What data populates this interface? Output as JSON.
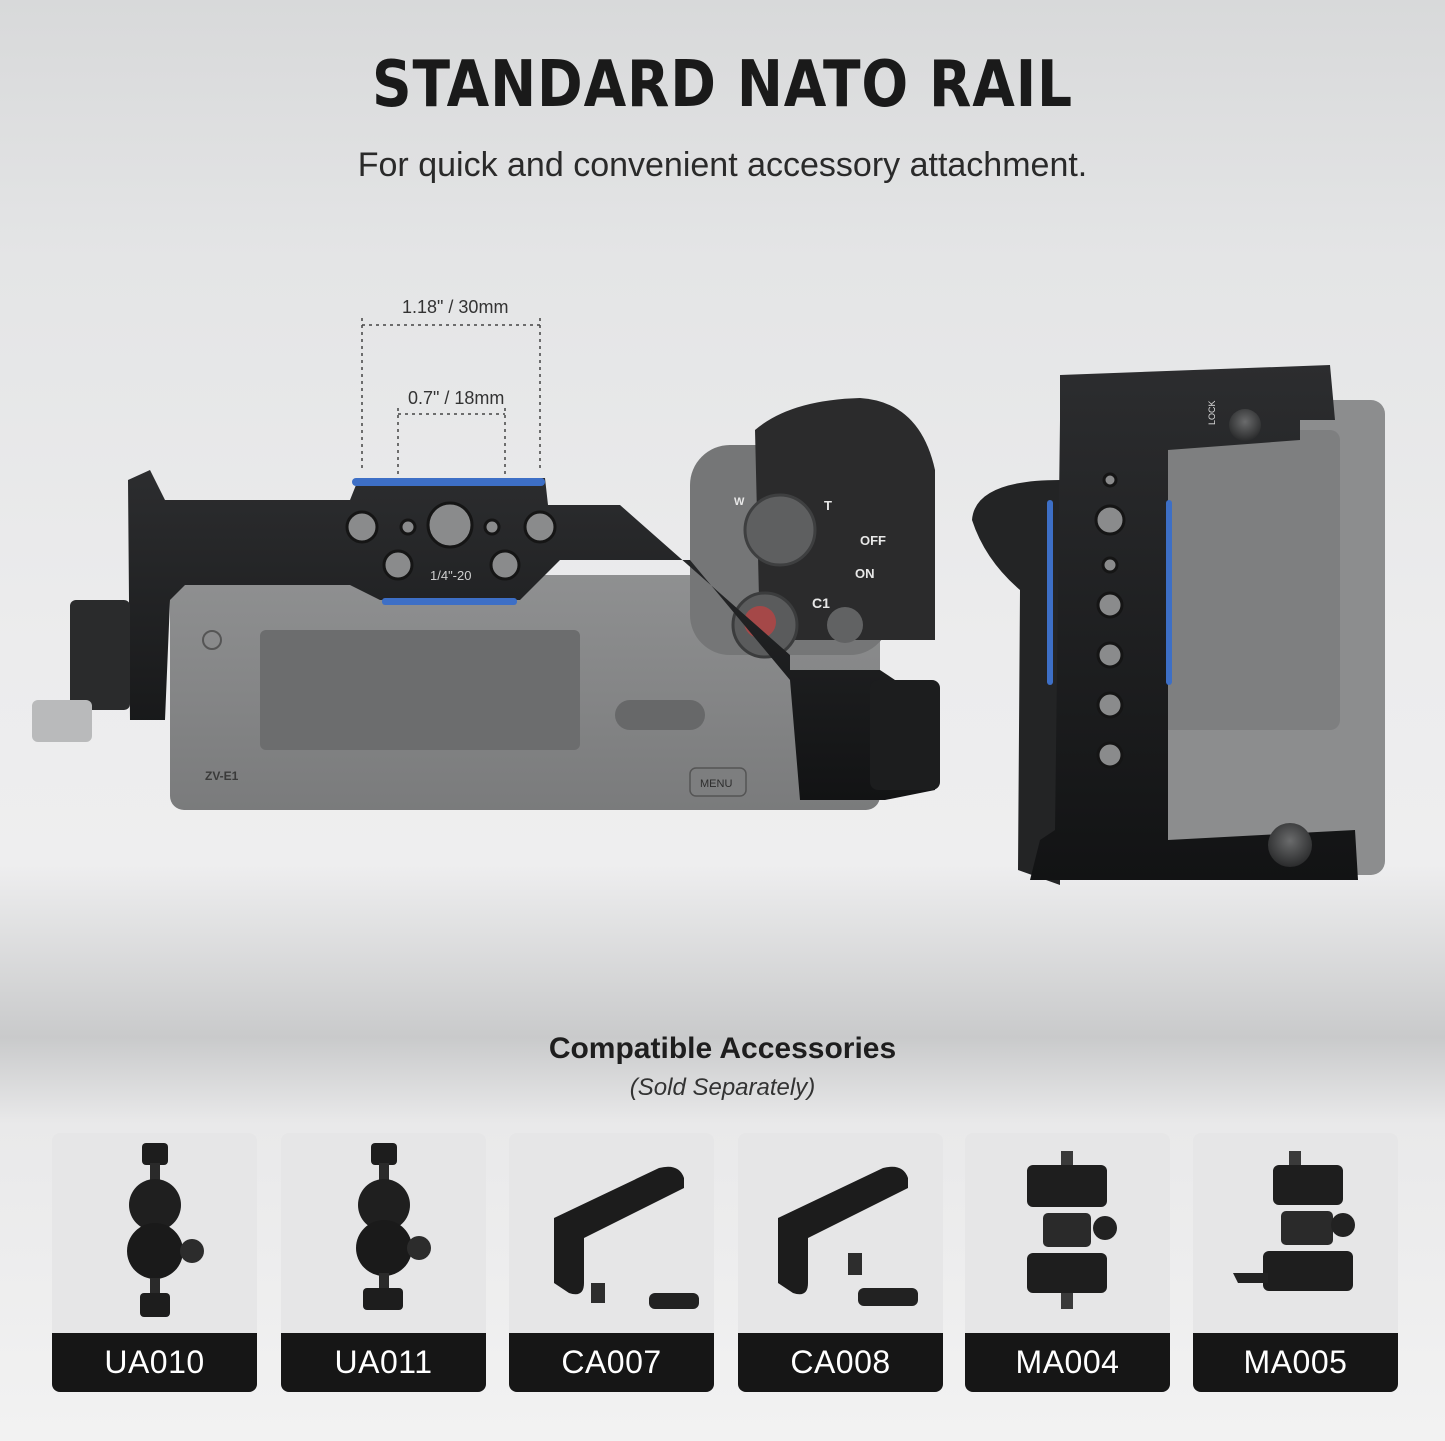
{
  "header": {
    "title": "STANDARD NATO RAIL",
    "subtitle": "For quick and convenient accessory attachment."
  },
  "diagram": {
    "dim_outer": "1.18\" / 30mm",
    "dim_inner": "0.7\" / 18mm",
    "thread_label": "1/4\"-20",
    "camera_model": "ZV-E1",
    "menu_label": "MENU",
    "dial_labels": [
      "OFF",
      "ON",
      "C1",
      "T",
      "W"
    ],
    "lock_label": "LOCK",
    "accent_color": "#3d6fc6"
  },
  "accessories": {
    "heading": "Compatible Accessories",
    "note": "(Sold Separately)",
    "items": [
      {
        "label": "UA010",
        "icon": "magic-arm-icon"
      },
      {
        "label": "UA011",
        "icon": "magic-arm-icon"
      },
      {
        "label": "CA007",
        "icon": "top-handle-icon"
      },
      {
        "label": "CA008",
        "icon": "top-handle-icon"
      },
      {
        "label": "MA004",
        "icon": "monitor-mount-icon"
      },
      {
        "label": "MA005",
        "icon": "monitor-mount-icon"
      }
    ]
  }
}
